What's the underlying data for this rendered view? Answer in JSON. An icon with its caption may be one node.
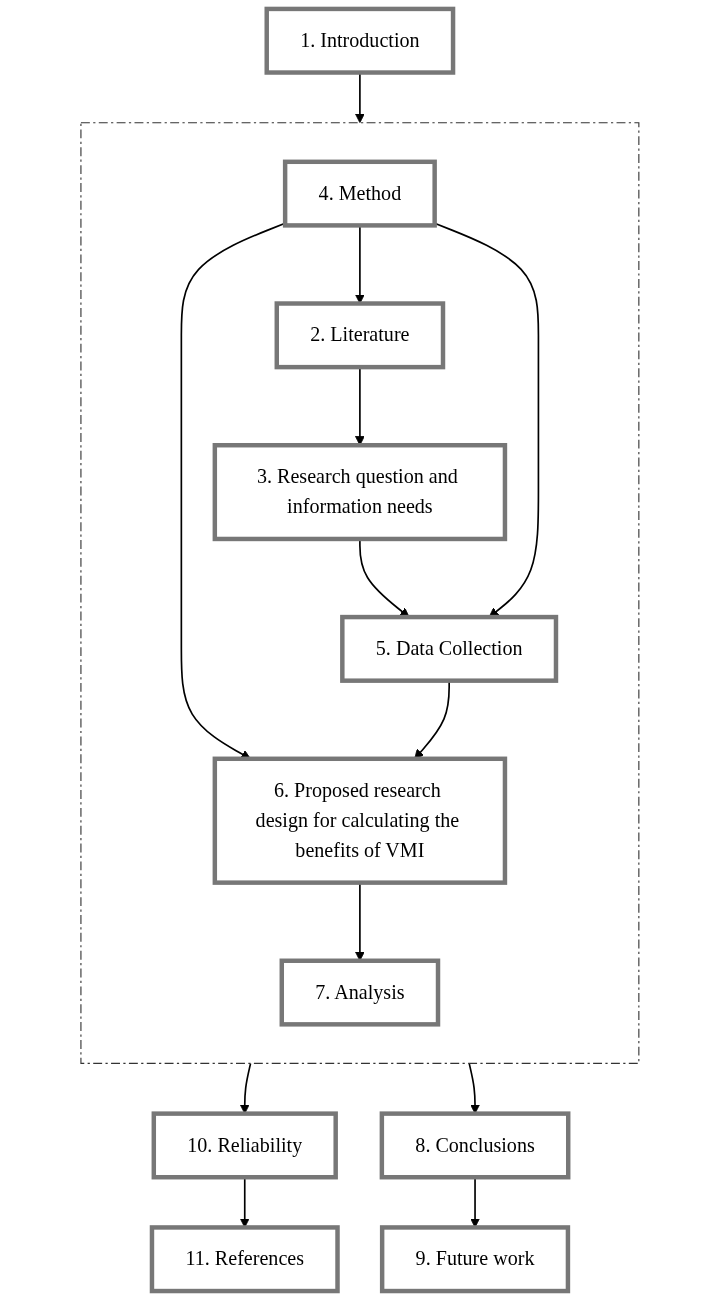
{
  "diagram": {
    "nodes": [
      {
        "text": [
          "1. Introduction"
        ]
      },
      {
        "text": [],
        "shape": "box"
      },
      {
        "text": [
          "2. Literature"
        ],
        "in": 1
      },
      {
        "text": [
          "3. Research question and information needs"
        ],
        "in": 1
      },
      {
        "text": [
          "4. Method"
        ],
        "in": 1
      },
      {
        "text": [
          "5. Data Collection"
        ],
        "in": 1
      },
      {
        "text": [
          "6. Proposed research design for calculating the benefits of VMI"
        ],
        "in": 1
      },
      {
        "text": [
          "7. Analysis"
        ],
        "in": 1
      },
      {
        "text": [
          "10. Reliability"
        ]
      },
      {
        "text": [
          "8. Conclusions"
        ]
      },
      {
        "text": [
          "9. Future work"
        ]
      },
      {
        "text": [
          "11. References"
        ]
      }
    ],
    "edges": [
      {
        "from": 0,
        "to": 1,
        "arrow": "to"
      },
      {
        "from": 4,
        "to": 2,
        "arrow": "to"
      },
      {
        "from": 2,
        "to": 3,
        "arrow": "to"
      },
      {
        "from": 3,
        "to": 5,
        "arrow": "to"
      },
      {
        "from": 4,
        "to": 5,
        "arrow": "to"
      },
      {
        "from": 4,
        "to": 6,
        "arrow": "to"
      },
      {
        "from": 5,
        "to": 6,
        "arrow": "to"
      },
      {
        "from": 6,
        "to": 7,
        "arrow": "to"
      },
      {
        "from": 1,
        "to": 8,
        "arrow": "to"
      },
      {
        "from": 1,
        "to": 9,
        "arrow": "to"
      },
      {
        "from": 9,
        "to": 10,
        "arrow": "to"
      },
      {
        "from": 8,
        "to": 11,
        "arrow": "to"
      }
    ]
  }
}
